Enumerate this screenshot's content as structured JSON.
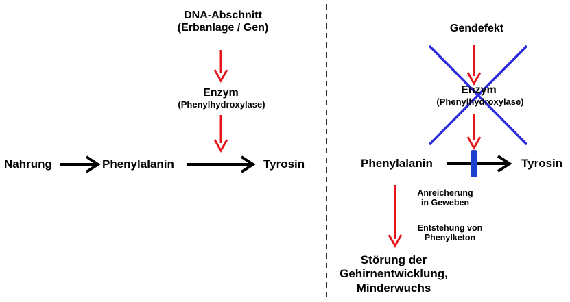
{
  "left": {
    "dna_title": "DNA-Abschnitt",
    "dna_subtitle": "(Erbanlage / Gen)",
    "enzyme": "Enzym",
    "enzyme_sub": "(Phenylhydroxylase)",
    "nahrung": "Nahrung",
    "phenylalanin": "Phenylalanin",
    "tyrosin": "Tyrosin"
  },
  "right": {
    "gendefekt": "Gendefekt",
    "enzyme": "Enzym",
    "enzyme_sub": "(Phenylhydroxylase)",
    "phenylalanin": "Phenylalanin",
    "tyrosin": "Tyrosin",
    "anreicherung_1": "Anreicherung",
    "anreicherung_2": "in Geweben",
    "entstehung_1": "Entstehung von",
    "entstehung_2": "Phenylketon",
    "stoerung_1": "Störung der",
    "stoerung_2": "Gehirnentwicklung,",
    "stoerung_3": "Minderwuchs"
  },
  "colors": {
    "red_arrow": "#e8141a",
    "black_arrow": "#000000",
    "blue_cross": "#2b2bdc",
    "blue_block": "#1f3fd1",
    "divider": "#333333"
  }
}
